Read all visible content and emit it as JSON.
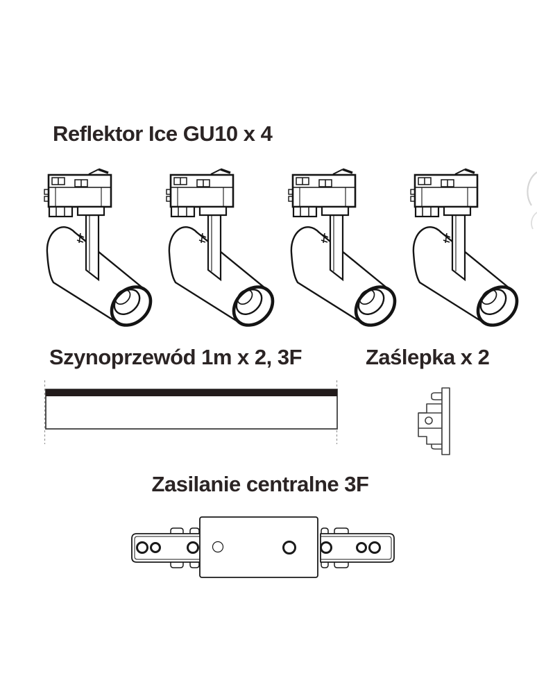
{
  "page": {
    "background": "#ffffff",
    "kind": "package-contents-diagram"
  },
  "sections": {
    "reflektor": {
      "title": "Reflektor Ice GU10 x 4",
      "item_count": 4,
      "icon": "track-spotlight-drawing"
    },
    "szynoprzewod": {
      "title": "Szynoprzewód 1m x 2, 3F",
      "icon": "track-rail-drawing"
    },
    "zaslepka": {
      "title": "Zaślepka x 2",
      "icon": "end-cap-drawing"
    },
    "zasilanie": {
      "title": "Zasilanie centralne 3F",
      "icon": "central-power-connector-drawing"
    },
    "edge_fragment": {
      "icon": "cropped-drawing-fragment"
    }
  },
  "colors": {
    "text": "#2b2424",
    "line_bold": "#141414",
    "line_thin": "#3f3f3f",
    "rail_bar": "#221b1b",
    "dashed_guide": "#9a9a9a",
    "fragment": "#d6d6d6"
  }
}
